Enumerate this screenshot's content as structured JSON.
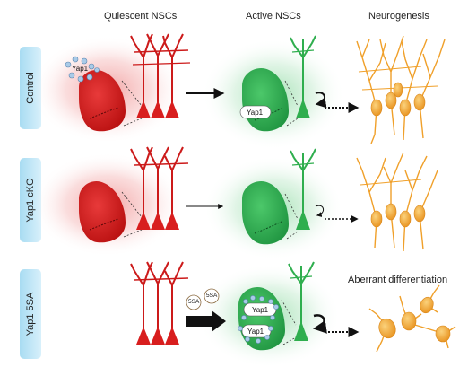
{
  "columns": {
    "quiescent": "Quiescent NSCs",
    "active": "Active NSCs",
    "neurogenesis": "Neurogenesis"
  },
  "rows": [
    {
      "label": "Control"
    },
    {
      "label": "Yap1 cKO"
    },
    {
      "label": "Yap1 5SA"
    }
  ],
  "labels": {
    "yap1": "Yap1",
    "ssa": "5SA",
    "aberrant": "Aberrant differentiation"
  },
  "colors": {
    "quiescent_cell": "#d81e1e",
    "active_cell": "#2fae4e",
    "neuron": "#f0a02a",
    "yap_dot": "#a9cbe8",
    "row_tab": "#a8dcf2"
  },
  "icons": [
    "arrow-icon",
    "dotted-arrow-icon",
    "division-arrow-icon"
  ]
}
